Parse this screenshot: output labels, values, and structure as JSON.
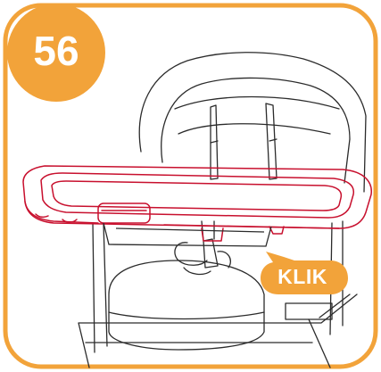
{
  "step": {
    "number": "56"
  },
  "callout": {
    "text": "KLIK"
  },
  "colors": {
    "accent": "#F2A33A",
    "frame_border": "#F2A33A",
    "tray_outline": "#C8102E",
    "line_art": "#2b2b2b",
    "background": "#ffffff"
  },
  "illustration": {
    "subject": "high-chair-tray-attachment",
    "icons": [
      "high-chair-icon",
      "tray-icon",
      "harness-icon"
    ]
  }
}
